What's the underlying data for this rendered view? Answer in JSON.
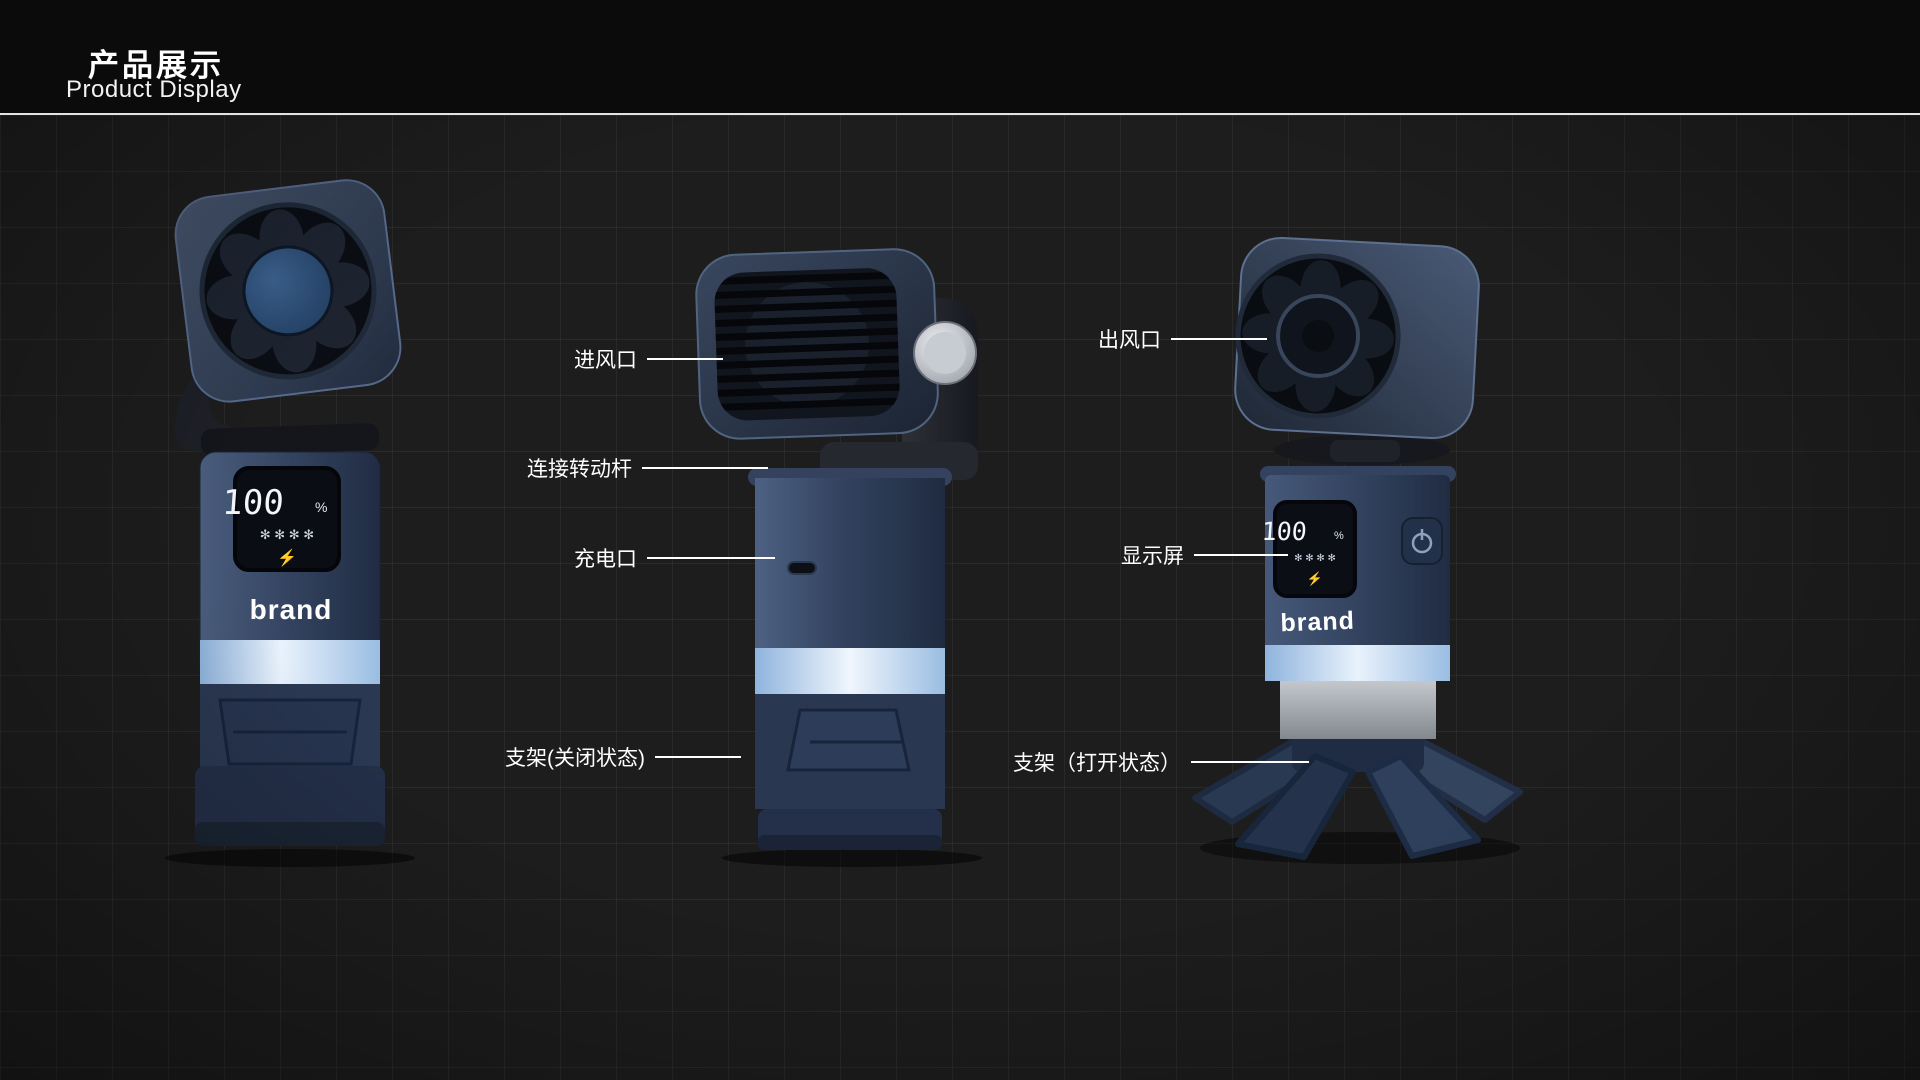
{
  "header": {
    "title_zh": "产品展示",
    "title_en": "Product Display"
  },
  "device": {
    "brand": "brand",
    "display": {
      "battery": "100",
      "percent": "%",
      "fan_speed_icons": "✻ ✻ ✻ ✻",
      "charging_bolt": "⚡"
    }
  },
  "callouts": {
    "side_view": [
      {
        "label": "进风口"
      },
      {
        "label": "连接转动杆"
      },
      {
        "label": "充电口"
      },
      {
        "label": "支架(关闭状态)"
      }
    ],
    "open_view": [
      {
        "label": "出风口"
      },
      {
        "label": "显示屏"
      },
      {
        "label": "支架（打开状态）"
      }
    ]
  },
  "colors": {
    "background": "#1d1d1d",
    "grid_line": "#2a2a2a",
    "header_bg": "#0b0b0b",
    "body_navy": "#32425f",
    "band_blue": "#bcd4ee",
    "charge_green": "#35e052",
    "text_white": "#ffffff"
  }
}
